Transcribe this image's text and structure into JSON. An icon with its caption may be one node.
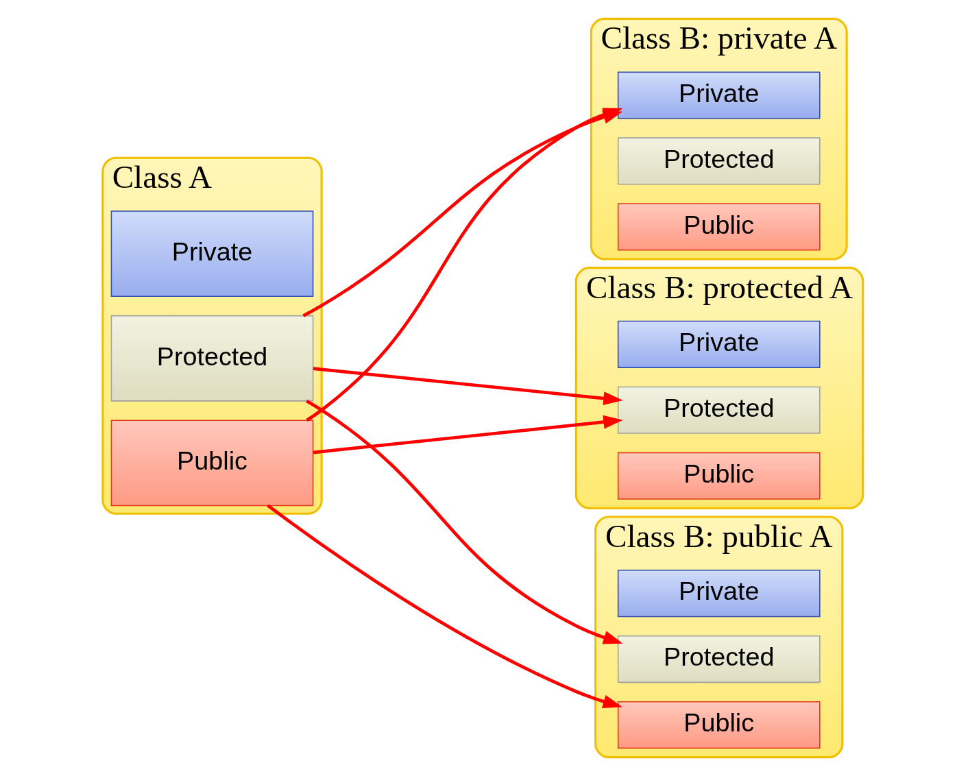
{
  "diagram": {
    "nodes": [
      {
        "text": [
          "Class A"
        ]
      },
      {
        "text": [
          "Private"
        ],
        "in": 0
      },
      {
        "text": [
          "Protected"
        ],
        "in": 0
      },
      {
        "text": [
          "Public"
        ],
        "in": 0
      },
      {
        "text": [
          "Class B: private A"
        ]
      },
      {
        "text": [
          "Private"
        ],
        "in": 4
      },
      {
        "text": [
          "Protected"
        ],
        "in": 4
      },
      {
        "text": [
          "Public"
        ],
        "in": 4
      },
      {
        "text": [
          "Class B: protected A"
        ]
      },
      {
        "text": [
          "Private"
        ],
        "in": 8
      },
      {
        "text": [
          "Protected"
        ],
        "in": 8
      },
      {
        "text": [
          "Public"
        ],
        "in": 8
      },
      {
        "text": [
          "Class B: public A"
        ]
      },
      {
        "text": [
          "Private"
        ],
        "in": 12
      },
      {
        "text": [
          "Protected"
        ],
        "in": 12
      },
      {
        "text": [
          "Public"
        ],
        "in": 12
      }
    ],
    "edges": [
      {
        "from": 2,
        "to": 5,
        "arrow": "to"
      },
      {
        "from": 3,
        "to": 5,
        "arrow": "to"
      },
      {
        "from": 2,
        "to": 10,
        "arrow": "to"
      },
      {
        "from": 3,
        "to": 10,
        "arrow": "to"
      },
      {
        "from": 2,
        "to": 14,
        "arrow": "to"
      },
      {
        "from": 3,
        "to": 15,
        "arrow": "to"
      }
    ]
  }
}
